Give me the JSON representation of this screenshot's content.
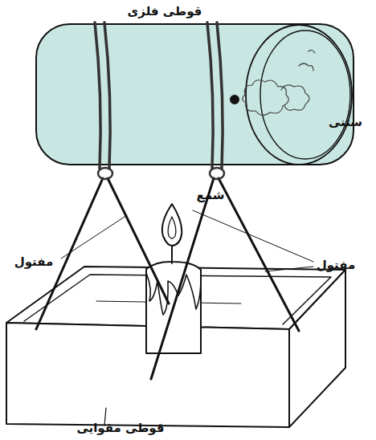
{
  "diagram": {
    "labels": [
      "قوطی فلزی",
      "ستنی",
      "شمع",
      "مفتول",
      "مفتول",
      "قوطی مقوایی"
    ]
  }
}
